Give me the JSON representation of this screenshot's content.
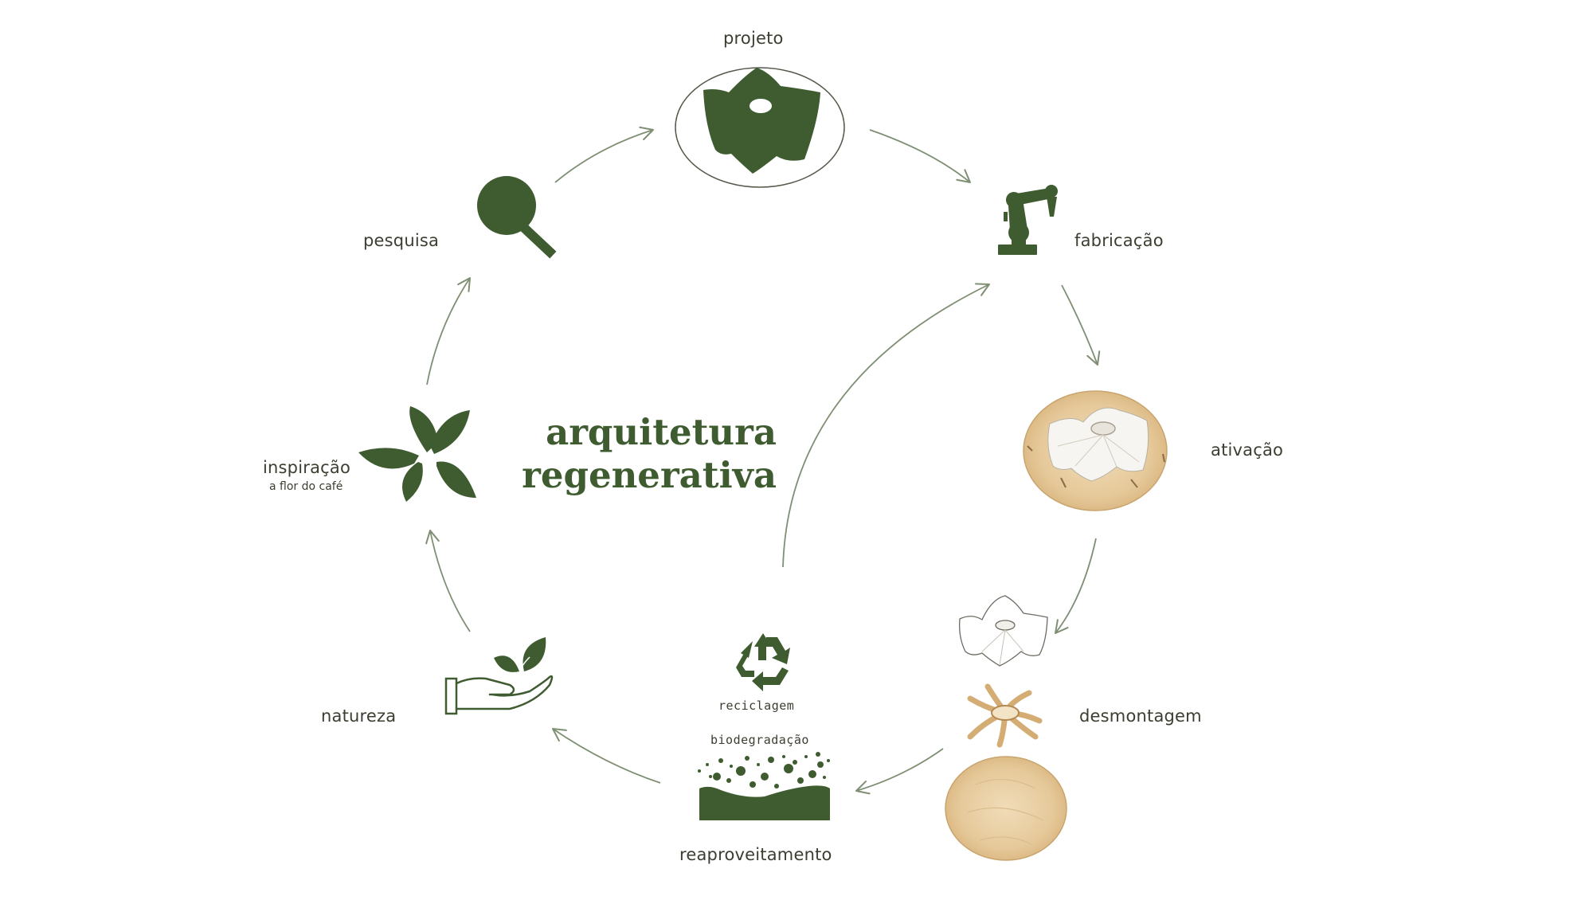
{
  "title": {
    "line1": "arquitetura",
    "line2": "regenerativa"
  },
  "stages": {
    "projeto": "projeto",
    "fabricacao": "fabricação",
    "ativacao": "ativação",
    "desmontagem": "desmontagem",
    "reaproveitamento": "reaproveitamento",
    "natureza": "natureza",
    "inspiracao": "inspiração",
    "inspiracao_sub": "a flor do café",
    "pesquisa": "pesquisa"
  },
  "reuse": {
    "reciclagem": "reciclagem",
    "biodegradacao": "biodegradação"
  },
  "icons": {
    "projeto": "fabric-canopy-icon",
    "fabricacao": "robot-arm-icon",
    "ativacao": "wooden-pavilion-photo",
    "desmontagem": "disassembled-parts-photo",
    "reciclagem": "recycle-icon",
    "biodegradacao": "soil-particles-icon",
    "natureza": "hand-with-leaves-icon",
    "inspiracao": "coffee-flower-icon",
    "pesquisa": "magnifier-icon"
  },
  "colors": {
    "accent": "#3f5c31",
    "arrow": "#7f8f73",
    "text": "#3b3e30",
    "wood": "#e8cfa5"
  }
}
